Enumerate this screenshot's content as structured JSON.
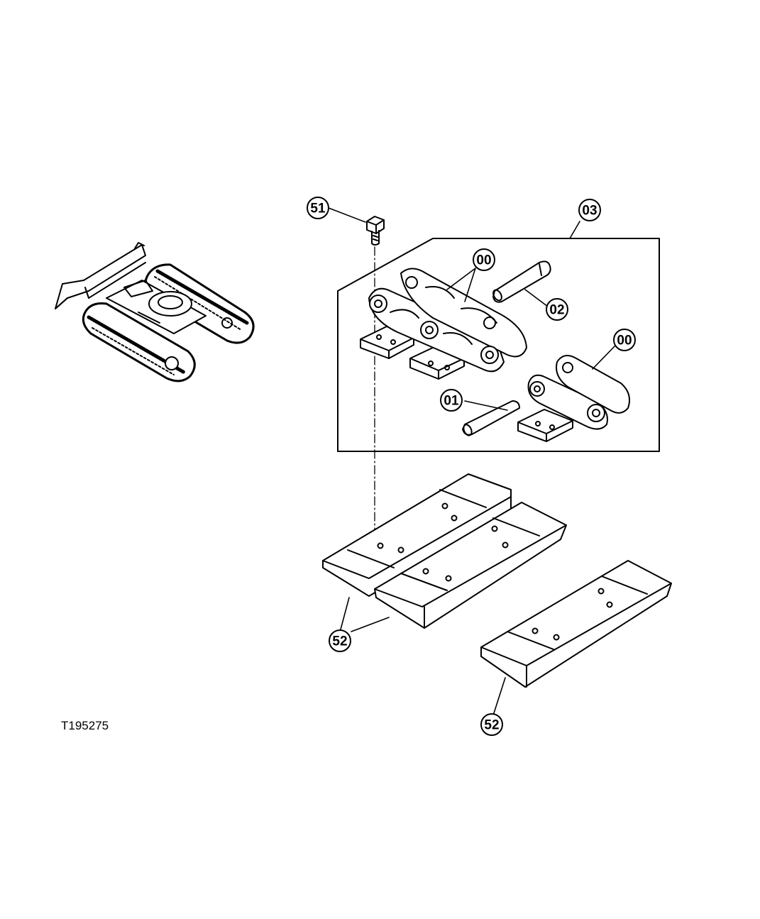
{
  "figure_id": "T195275",
  "callouts": {
    "c51": "51",
    "c03": "03",
    "c00a": "00",
    "c02": "02",
    "c00b": "00",
    "c01": "01",
    "c52a": "52",
    "c52b": "52"
  }
}
